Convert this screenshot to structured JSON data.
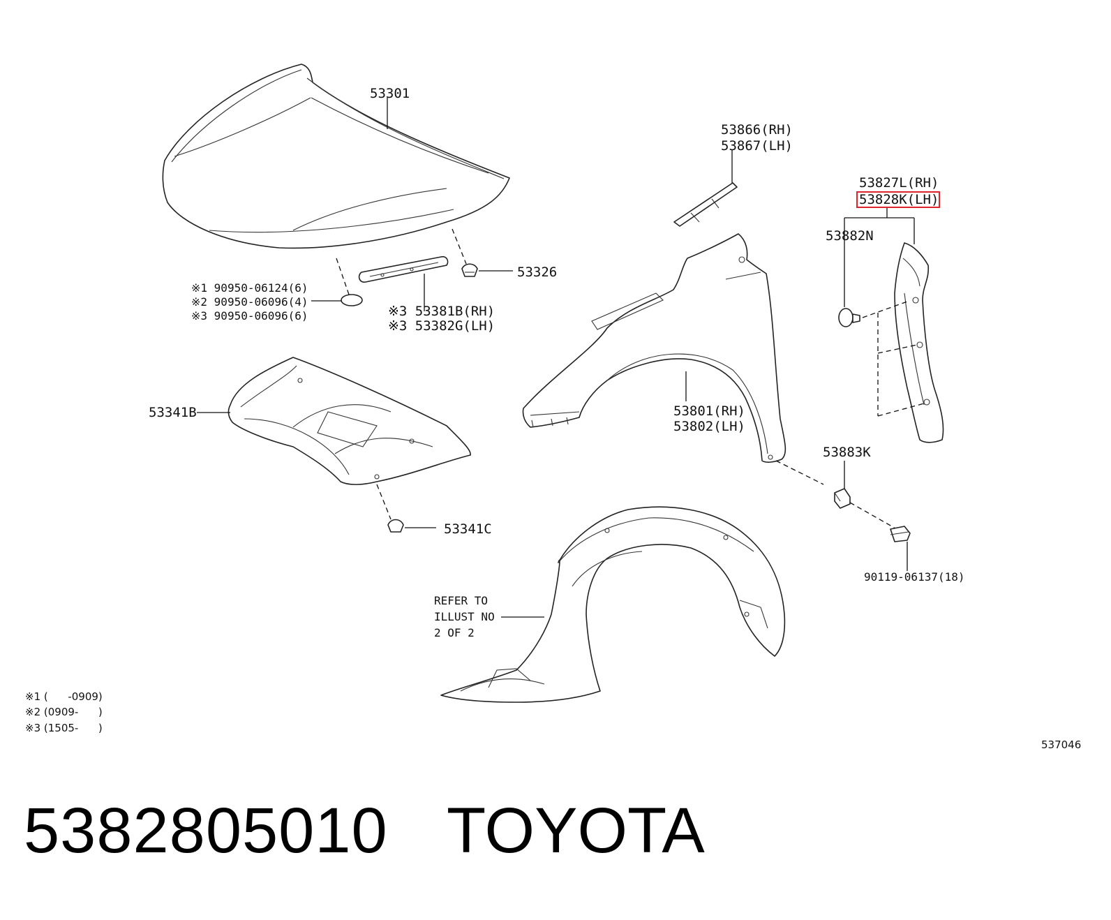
{
  "labels": {
    "hood": "53301",
    "cowl_seal": [
      "53866(RH)",
      "53867(LH)"
    ],
    "fender_liner_seal_top": "53827L(RH)",
    "fender_liner_seal_highlight": "53828K(LH)",
    "clip_53882n": "53882N",
    "hood_clip": "53326",
    "hood_bumper_notes": [
      "※1 90950-06124(6)",
      "※2 90950-06096(4)",
      "※3 90950-06096(6)"
    ],
    "hood_seal": [
      "※3 53381B(RH)",
      "※3 53382G(LH)"
    ],
    "hood_insulator": "53341B",
    "fender": [
      "53801(RH)",
      "53802(LH)"
    ],
    "nut_53883k": "53883K",
    "insulator_clip": "53341C",
    "bolt": "90119-06137(18)",
    "refer_note": [
      "REFER TO",
      "ILLUST NO",
      "2 OF 2"
    ]
  },
  "footnotes": [
    "※1 (      -0909)",
    "※2 (0909-      )",
    "※3 (1505-      )"
  ],
  "illustration_number": "537046",
  "caption": {
    "part_number": "5382805010",
    "brand": "TOYOTA"
  },
  "highlight_color": "#e0242b"
}
